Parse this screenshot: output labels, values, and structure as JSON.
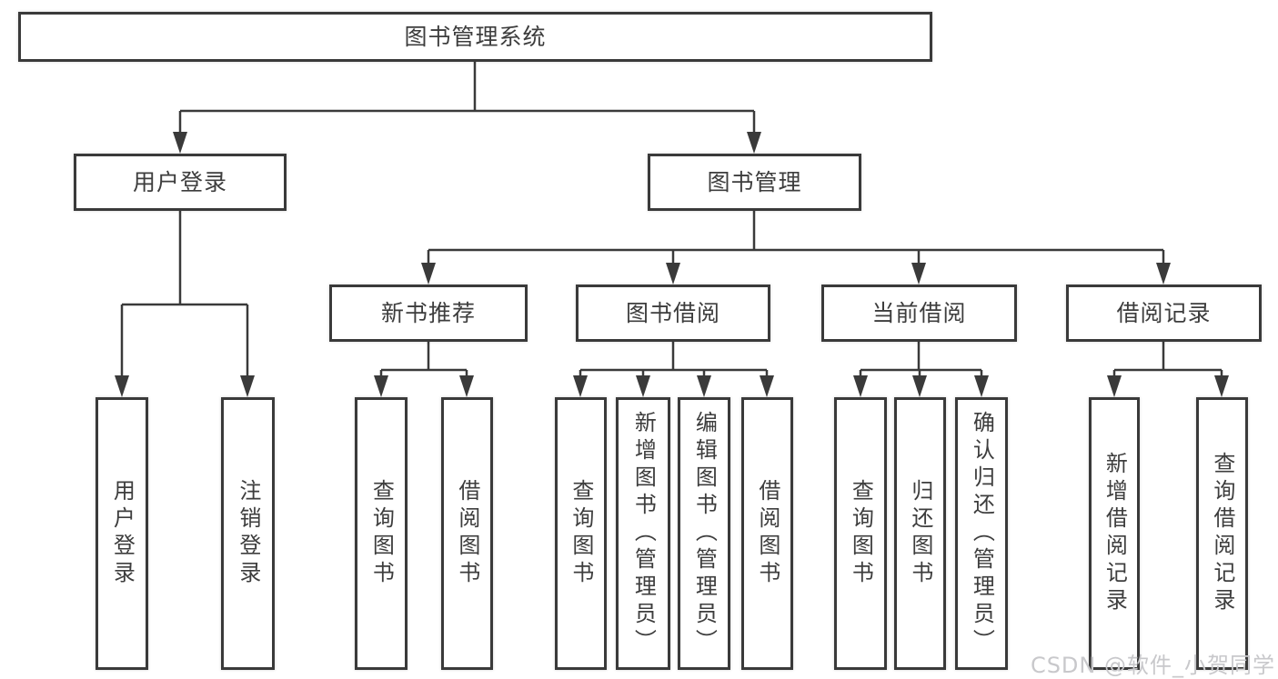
{
  "diagram": {
    "root": {
      "label": "图书管理系统"
    },
    "branches": [
      {
        "label": "用户登录",
        "children": [
          {
            "label": "用户登录"
          },
          {
            "label": "注销登录"
          }
        ]
      },
      {
        "label": "图书管理",
        "children": [
          {
            "label": "新书推荐",
            "children": [
              {
                "label": "查询图书"
              },
              {
                "label": "借阅图书"
              }
            ]
          },
          {
            "label": "图书借阅",
            "children": [
              {
                "label": "查询图书"
              },
              {
                "label": "新增图书（管理员）"
              },
              {
                "label": "编辑图书（管理员）"
              },
              {
                "label": "借阅图书"
              }
            ]
          },
          {
            "label": "当前借阅",
            "children": [
              {
                "label": "查询图书"
              },
              {
                "label": "归还图书"
              },
              {
                "label": "确认归还（管理员）"
              }
            ]
          },
          {
            "label": "借阅记录",
            "children": [
              {
                "label": "新增借阅记录"
              },
              {
                "label": "查询借阅记录"
              }
            ]
          }
        ]
      }
    ],
    "colors": {
      "line": "#3a3a3a",
      "text": "#3d3d3d",
      "box_background": "#ffffff",
      "watermark": "#c8c8cb"
    }
  },
  "watermark": {
    "text": "CSDN @软件_小贺同学"
  }
}
